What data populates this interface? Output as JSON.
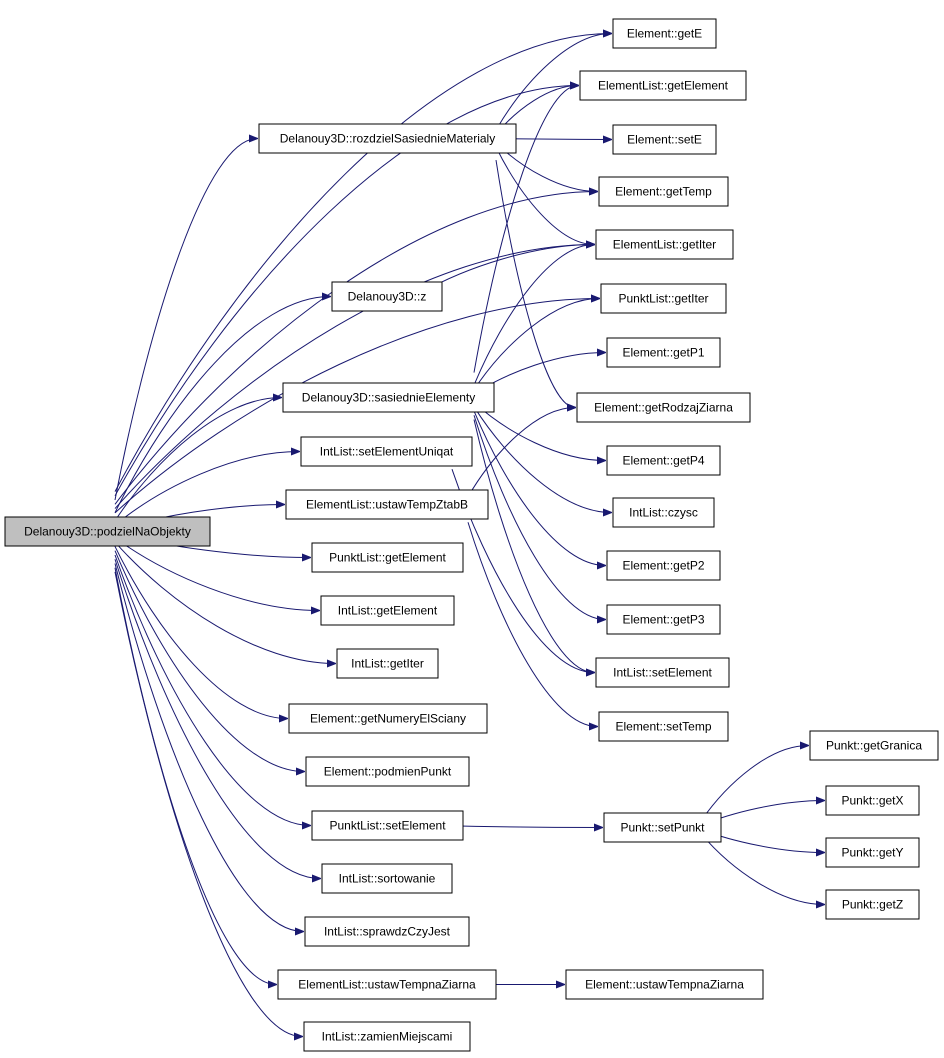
{
  "graph": {
    "root": "Delanouy3D::podzielNaObjekty",
    "nodes": [
      {
        "id": "root",
        "label": "Delanouy3D::podzielNaObjekty"
      },
      {
        "id": "getE",
        "label": "Element::getE"
      },
      {
        "id": "el_getElement",
        "label": "ElementList::getElement"
      },
      {
        "id": "rozdziel",
        "label": "Delanouy3D::rozdzielSasiednieMaterialy"
      },
      {
        "id": "setE",
        "label": "Element::setE"
      },
      {
        "id": "getTemp",
        "label": "Element::getTemp"
      },
      {
        "id": "el_getIter",
        "label": "ElementList::getIter"
      },
      {
        "id": "z",
        "label": "Delanouy3D::z"
      },
      {
        "id": "pl_getIter",
        "label": "PunktList::getIter"
      },
      {
        "id": "getP1",
        "label": "Element::getP1"
      },
      {
        "id": "sasiednie",
        "label": "Delanouy3D::sasiednieElementy"
      },
      {
        "id": "getRodzaj",
        "label": "Element::getRodzajZiarna"
      },
      {
        "id": "il_setUniq",
        "label": "IntList::setElementUniqat"
      },
      {
        "id": "getP4",
        "label": "Element::getP4"
      },
      {
        "id": "el_ustawTemp",
        "label": "ElementList::ustawTempZtabB"
      },
      {
        "id": "il_czysc",
        "label": "IntList::czysc"
      },
      {
        "id": "pl_getElement",
        "label": "PunktList::getElement"
      },
      {
        "id": "getP2",
        "label": "Element::getP2"
      },
      {
        "id": "il_getElement",
        "label": "IntList::getElement"
      },
      {
        "id": "getP3",
        "label": "Element::getP3"
      },
      {
        "id": "il_getIter",
        "label": "IntList::getIter"
      },
      {
        "id": "il_setElement",
        "label": "IntList::setElement"
      },
      {
        "id": "getNumery",
        "label": "Element::getNumeryElSciany"
      },
      {
        "id": "setTemp",
        "label": "Element::setTemp"
      },
      {
        "id": "getGranica",
        "label": "Punkt::getGranica"
      },
      {
        "id": "podmien",
        "label": "Element::podmienPunkt"
      },
      {
        "id": "getX",
        "label": "Punkt::getX"
      },
      {
        "id": "pl_setElement",
        "label": "PunktList::setElement"
      },
      {
        "id": "setPunkt",
        "label": "Punkt::setPunkt"
      },
      {
        "id": "getY",
        "label": "Punkt::getY"
      },
      {
        "id": "il_sort",
        "label": "IntList::sortowanie"
      },
      {
        "id": "getZ",
        "label": "Punkt::getZ"
      },
      {
        "id": "il_sprawdz",
        "label": "IntList::sprawdzCzyJest"
      },
      {
        "id": "el_ustawTempnaZiarna",
        "label": "ElementList::ustawTempnaZiarna"
      },
      {
        "id": "e_ustawTempnaZiarna",
        "label": "Element::ustawTempnaZiarna"
      },
      {
        "id": "il_zamien",
        "label": "IntList::zamienMiejscami"
      }
    ],
    "edges": [
      [
        "root",
        "getE"
      ],
      [
        "root",
        "el_getElement"
      ],
      [
        "root",
        "rozdziel"
      ],
      [
        "root",
        "getTemp"
      ],
      [
        "root",
        "el_getIter"
      ],
      [
        "root",
        "z"
      ],
      [
        "root",
        "pl_getIter"
      ],
      [
        "root",
        "sasiednie"
      ],
      [
        "root",
        "il_setUniq"
      ],
      [
        "root",
        "el_ustawTemp"
      ],
      [
        "root",
        "pl_getElement"
      ],
      [
        "root",
        "il_getElement"
      ],
      [
        "root",
        "il_getIter"
      ],
      [
        "root",
        "getNumery"
      ],
      [
        "root",
        "podmien"
      ],
      [
        "root",
        "pl_setElement"
      ],
      [
        "root",
        "il_sort"
      ],
      [
        "root",
        "il_sprawdz"
      ],
      [
        "root",
        "el_ustawTempnaZiarna"
      ],
      [
        "root",
        "il_zamien"
      ],
      [
        "rozdziel",
        "getE"
      ],
      [
        "rozdziel",
        "el_getElement"
      ],
      [
        "rozdziel",
        "setE"
      ],
      [
        "rozdziel",
        "getTemp"
      ],
      [
        "rozdziel",
        "el_getIter"
      ],
      [
        "rozdziel",
        "getRodzaj"
      ],
      [
        "z",
        "el_getIter"
      ],
      [
        "sasiednie",
        "el_getElement"
      ],
      [
        "sasiednie",
        "el_getIter"
      ],
      [
        "sasiednie",
        "pl_getIter"
      ],
      [
        "sasiednie",
        "getP1"
      ],
      [
        "sasiednie",
        "getP4"
      ],
      [
        "sasiednie",
        "il_czysc"
      ],
      [
        "sasiednie",
        "getP2"
      ],
      [
        "sasiednie",
        "getP3"
      ],
      [
        "sasiednie",
        "il_setElement"
      ],
      [
        "il_setUniq",
        "il_setElement"
      ],
      [
        "el_ustawTemp",
        "getRodzaj"
      ],
      [
        "el_ustawTemp",
        "setTemp"
      ],
      [
        "pl_setElement",
        "setPunkt"
      ],
      [
        "setPunkt",
        "getGranica"
      ],
      [
        "setPunkt",
        "getX"
      ],
      [
        "setPunkt",
        "getY"
      ],
      [
        "setPunkt",
        "getZ"
      ],
      [
        "el_ustawTempnaZiarna",
        "e_ustawTempnaZiarna"
      ]
    ]
  }
}
